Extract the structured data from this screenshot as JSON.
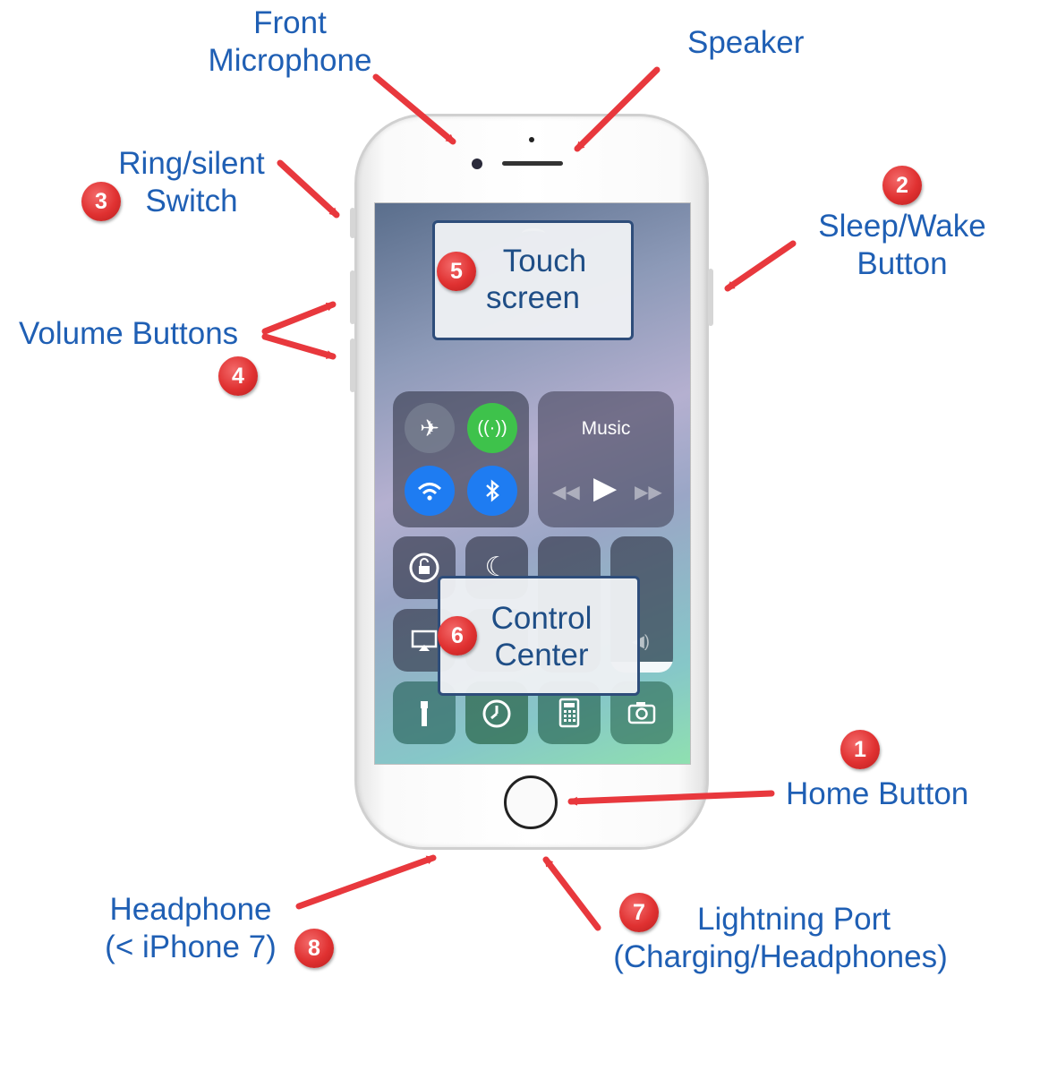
{
  "labels": {
    "front_microphone": [
      "Front",
      "Microphone"
    ],
    "speaker": "Speaker",
    "ring_silent": [
      "Ring/silent",
      "Switch"
    ],
    "sleep_wake": [
      "Sleep/Wake",
      "Button"
    ],
    "volume": "Volume Buttons",
    "home": "Home Button",
    "headphone": [
      "Headphone",
      "(< iPhone 7)"
    ],
    "lightning": [
      "Lightning Port",
      "(Charging/Headphones)"
    ]
  },
  "callouts": {
    "touch_screen": [
      "Touch",
      "screen"
    ],
    "control_center": [
      "Control",
      "Center"
    ]
  },
  "badges": {
    "home": "1",
    "sleep_wake": "2",
    "ring_silent": "3",
    "volume": "4",
    "touch_screen": "5",
    "control_center": "6",
    "lightning": "7",
    "headphone": "8"
  },
  "control_center": {
    "music_label": "Music"
  },
  "icons": [
    "airplane-icon",
    "cellular-icon",
    "wifi-icon",
    "bluetooth-icon",
    "rotation-lock-icon",
    "moon-icon",
    "screen-mirroring-icon",
    "volume-icon",
    "flashlight-icon",
    "timer-icon",
    "calculator-icon",
    "camera-icon",
    "play-icon",
    "rewind-icon",
    "fast-forward-icon"
  ],
  "colors": {
    "label_blue": "#1f5fb4",
    "badge_red": "#e03131",
    "arrow_red": "#e8383d",
    "callout_border": "#2e4d7a"
  }
}
